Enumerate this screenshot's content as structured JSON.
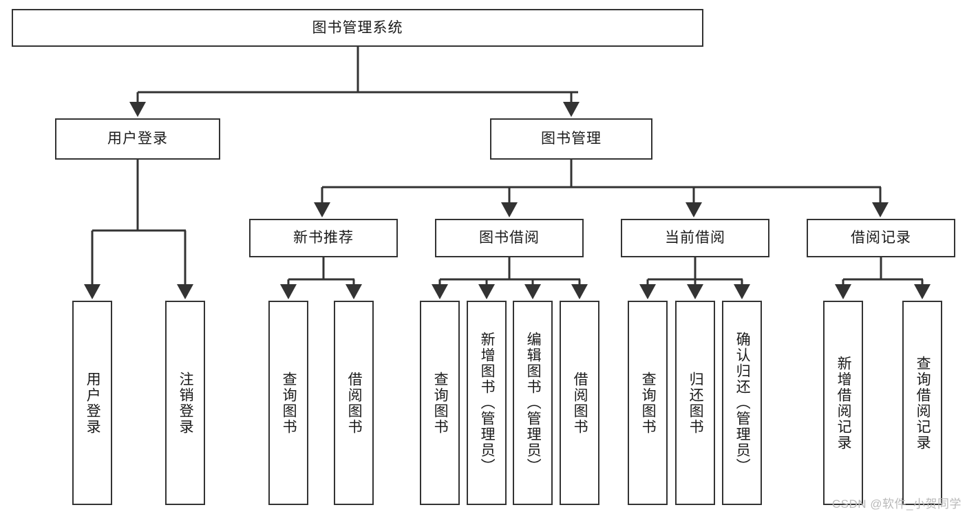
{
  "diagram": {
    "title": "图书管理系统",
    "type": "tree-hierarchy-diagram",
    "colors": {
      "box_border": "#333333",
      "box_fill": "#ffffff",
      "edge": "#333333",
      "text": "#1a1a1a",
      "watermark": "#b9b9b9",
      "background": "#ffffff"
    },
    "root": {
      "label": "图书管理系统"
    },
    "level2": [
      {
        "label": "用户登录"
      },
      {
        "label": "图书管理"
      }
    ],
    "level3": [
      {
        "label": "新书推荐"
      },
      {
        "label": "图书借阅"
      },
      {
        "label": "当前借阅"
      },
      {
        "label": "借阅记录"
      }
    ],
    "leaves": {
      "user_login": [
        {
          "label": "用户登录"
        },
        {
          "label": "注销登录"
        }
      ],
      "new_book_recommend": [
        {
          "label": "查询图书"
        },
        {
          "label": "借阅图书"
        }
      ],
      "book_borrow": [
        {
          "label": "查询图书"
        },
        {
          "label": "新增图书（管理员）"
        },
        {
          "label": "编辑图书（管理员）"
        },
        {
          "label": "借阅图书"
        }
      ],
      "current_borrow": [
        {
          "label": "查询图书"
        },
        {
          "label": "归还图书"
        },
        {
          "label": "确认归还（管理员）"
        }
      ],
      "borrow_record": [
        {
          "label": "新增借阅记录"
        },
        {
          "label": "查询借阅记录"
        }
      ]
    }
  },
  "watermark": {
    "text": "CSDN @软件_小贺同学"
  }
}
